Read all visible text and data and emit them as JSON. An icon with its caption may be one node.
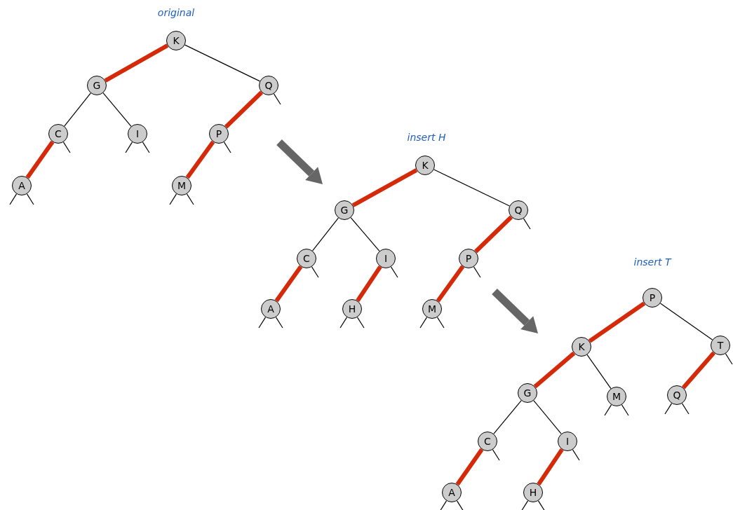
{
  "diagram": {
    "nodes": [
      {
        "text": [
          "K"
        ]
      },
      {
        "text": [
          "G"
        ]
      },
      {
        "text": [
          "Q"
        ]
      },
      {
        "text": [
          "C"
        ]
      },
      {
        "text": [
          "I"
        ]
      },
      {
        "text": [
          "P"
        ]
      },
      {
        "text": [
          "A"
        ]
      },
      {
        "text": [
          "M"
        ]
      },
      {
        "text": [
          "K"
        ]
      },
      {
        "text": [
          "G"
        ]
      },
      {
        "text": [
          "Q"
        ]
      },
      {
        "text": [
          "C"
        ]
      },
      {
        "text": [
          "I"
        ]
      },
      {
        "text": [
          "P"
        ]
      },
      {
        "text": [
          "A"
        ]
      },
      {
        "text": [
          "H"
        ]
      },
      {
        "text": [
          "M"
        ]
      },
      {
        "text": [
          "P"
        ]
      },
      {
        "text": [
          "K"
        ]
      },
      {
        "text": [
          "T"
        ]
      },
      {
        "text": [
          "G"
        ]
      },
      {
        "text": [
          "M"
        ]
      },
      {
        "text": [
          "Q"
        ]
      },
      {
        "text": [
          "C"
        ]
      },
      {
        "text": [
          "I"
        ]
      },
      {
        "text": [
          "A"
        ]
      },
      {
        "text": [
          "H"
        ]
      }
    ],
    "edges": [
      {
        "from": 0,
        "to": 1,
        "arrow": "none",
        "style": "thick",
        "color": "#d42a0a"
      },
      {
        "from": 0,
        "to": 2,
        "arrow": "none"
      },
      {
        "from": 1,
        "to": 3,
        "arrow": "none"
      },
      {
        "from": 1,
        "to": 4,
        "arrow": "none"
      },
      {
        "from": 2,
        "to": 5,
        "arrow": "none",
        "style": "thick",
        "color": "#d42a0a"
      },
      {
        "from": 3,
        "to": 6,
        "arrow": "none",
        "style": "thick",
        "color": "#d42a0a"
      },
      {
        "from": 5,
        "to": 7,
        "arrow": "none",
        "style": "thick",
        "color": "#d42a0a"
      },
      {
        "from": 2,
        "to": null,
        "arrow": "none"
      },
      {
        "from": 3,
        "to": null,
        "arrow": "none"
      },
      {
        "from": 4,
        "to": null,
        "arrow": "none"
      },
      {
        "from": 4,
        "to": null,
        "arrow": "none"
      },
      {
        "from": 5,
        "to": null,
        "arrow": "none"
      },
      {
        "from": 6,
        "to": null,
        "arrow": "none"
      },
      {
        "from": 6,
        "to": null,
        "arrow": "none"
      },
      {
        "from": 7,
        "to": null,
        "arrow": "none"
      },
      {
        "from": 7,
        "to": null,
        "arrow": "none"
      },
      {
        "from": 8,
        "to": 9,
        "arrow": "none",
        "style": "thick",
        "color": "#d42a0a"
      },
      {
        "from": 8,
        "to": 10,
        "arrow": "none"
      },
      {
        "from": 9,
        "to": 11,
        "arrow": "none"
      },
      {
        "from": 9,
        "to": 12,
        "arrow": "none"
      },
      {
        "from": 10,
        "to": 13,
        "arrow": "none",
        "style": "thick",
        "color": "#d42a0a"
      },
      {
        "from": 11,
        "to": 14,
        "arrow": "none",
        "style": "thick",
        "color": "#d42a0a"
      },
      {
        "from": 12,
        "to": 15,
        "arrow": "none",
        "style": "thick",
        "color": "#d42a0a"
      },
      {
        "from": 13,
        "to": 16,
        "arrow": "none",
        "style": "thick",
        "color": "#d42a0a"
      },
      {
        "from": 10,
        "to": null,
        "arrow": "none"
      },
      {
        "from": 11,
        "to": null,
        "arrow": "none"
      },
      {
        "from": 12,
        "to": null,
        "arrow": "none"
      },
      {
        "from": 13,
        "to": null,
        "arrow": "none"
      },
      {
        "from": 14,
        "to": null,
        "arrow": "none"
      },
      {
        "from": 14,
        "to": null,
        "arrow": "none"
      },
      {
        "from": 15,
        "to": null,
        "arrow": "none"
      },
      {
        "from": 15,
        "to": null,
        "arrow": "none"
      },
      {
        "from": 16,
        "to": null,
        "arrow": "none"
      },
      {
        "from": 16,
        "to": null,
        "arrow": "none"
      },
      {
        "from": 17,
        "to": 18,
        "arrow": "none",
        "style": "thick",
        "color": "#d42a0a"
      },
      {
        "from": 17,
        "to": 19,
        "arrow": "none"
      },
      {
        "from": 18,
        "to": 20,
        "arrow": "none",
        "style": "thick",
        "color": "#d42a0a"
      },
      {
        "from": 18,
        "to": 21,
        "arrow": "none"
      },
      {
        "from": 19,
        "to": 22,
        "arrow": "none",
        "style": "thick",
        "color": "#d42a0a"
      },
      {
        "from": 20,
        "to": 23,
        "arrow": "none"
      },
      {
        "from": 20,
        "to": 24,
        "arrow": "none"
      },
      {
        "from": 23,
        "to": 25,
        "arrow": "none",
        "style": "thick",
        "color": "#d42a0a"
      },
      {
        "from": 24,
        "to": 26,
        "arrow": "none",
        "style": "thick",
        "color": "#d42a0a"
      },
      {
        "from": 19,
        "to": null,
        "arrow": "none"
      },
      {
        "from": 21,
        "to": null,
        "arrow": "none"
      },
      {
        "from": 21,
        "to": null,
        "arrow": "none"
      },
      {
        "from": 22,
        "to": null,
        "arrow": "none"
      },
      {
        "from": 22,
        "to": null,
        "arrow": "none"
      },
      {
        "from": 23,
        "to": null,
        "arrow": "none"
      },
      {
        "from": 24,
        "to": null,
        "arrow": "none"
      },
      {
        "from": 25,
        "to": null,
        "arrow": "none"
      },
      {
        "from": 25,
        "to": null,
        "arrow": "none"
      },
      {
        "from": 26,
        "to": null,
        "arrow": "none"
      },
      {
        "from": 26,
        "to": null,
        "arrow": "none"
      }
    ],
    "labels": [
      "original",
      "insert H",
      "insert T"
    ]
  }
}
